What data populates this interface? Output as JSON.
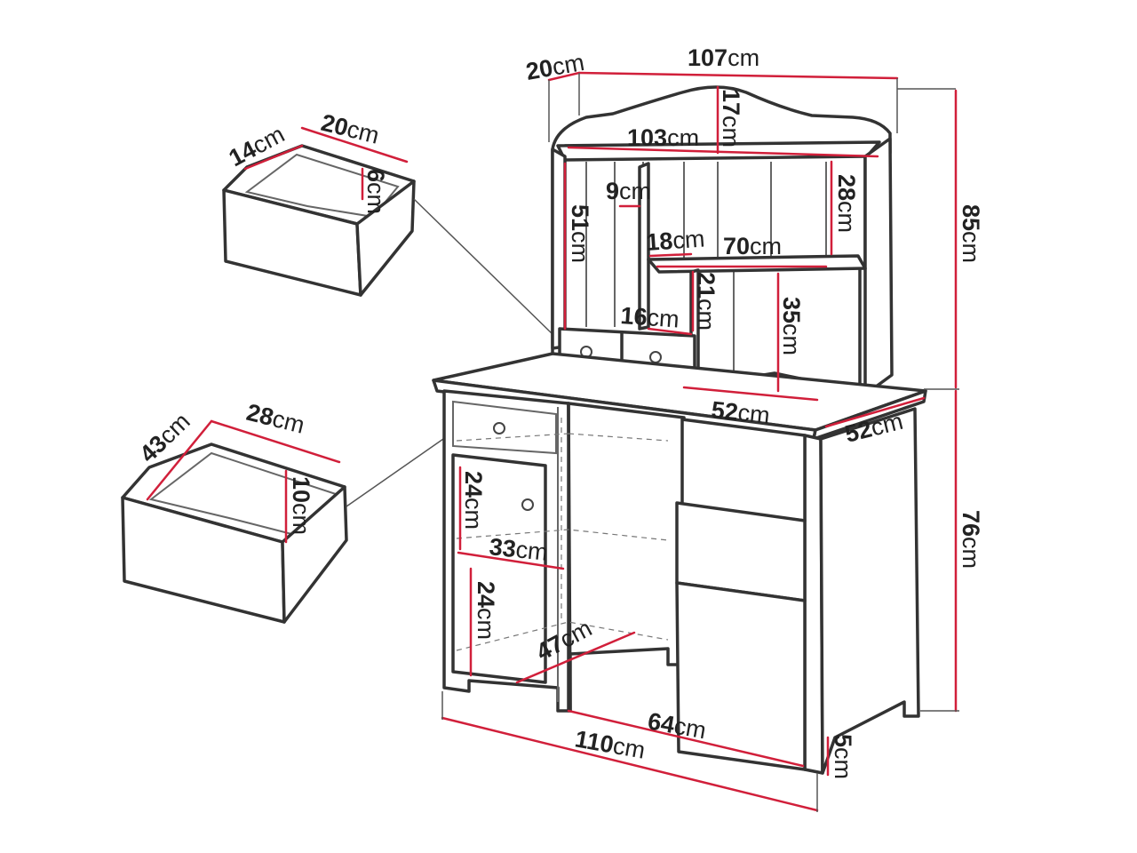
{
  "colors": {
    "outline": "#333333",
    "dimension_line": "#d11f3a",
    "text": "#222222",
    "background": "#ffffff"
  },
  "unit": "cm",
  "dimensions": {
    "hutch_depth": "20",
    "hutch_width": "107",
    "crown_height": "17",
    "hutch_inner_width": "103",
    "small_gap": "9",
    "upper_shelf_height": "28",
    "hutch_left_height": "51",
    "shelf_depth": "18",
    "shelf_width": "70",
    "middle_height": "21",
    "small_drawer_width": "16",
    "lower_open_height": "35",
    "desk_depth_front": "52",
    "desk_depth_side": "52",
    "total_height": "85",
    "desk_height": "76",
    "cabinet_upper_height": "24",
    "cabinet_width": "33",
    "cabinet_lower_height": "24",
    "cabinet_depth": "47",
    "legroom_width": "64",
    "total_width": "110",
    "leg_height": "5"
  },
  "small_drawer": {
    "depth": "14",
    "width": "20",
    "height": "6"
  },
  "large_drawer": {
    "depth": "43",
    "width": "28",
    "height": "10"
  }
}
